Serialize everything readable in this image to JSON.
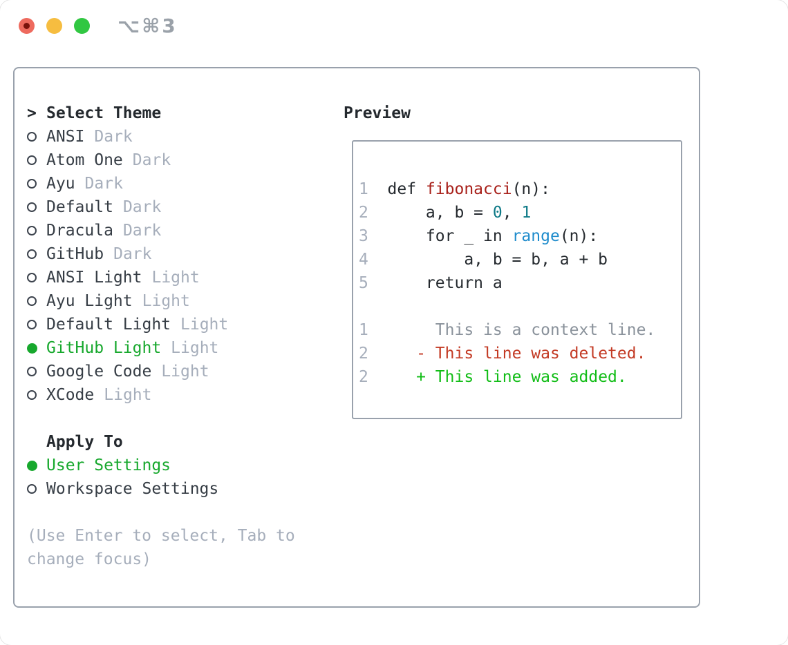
{
  "titlebar": {
    "shortcut": "⌥⌘3"
  },
  "theme_selector": {
    "prompt_char": ">",
    "header": "Select Theme",
    "items": [
      {
        "name": "ANSI",
        "variant": "Dark",
        "selected": false
      },
      {
        "name": "Atom One",
        "variant": "Dark",
        "selected": false
      },
      {
        "name": "Ayu",
        "variant": "Dark",
        "selected": false
      },
      {
        "name": "Default",
        "variant": "Dark",
        "selected": false
      },
      {
        "name": "Dracula",
        "variant": "Dark",
        "selected": false
      },
      {
        "name": "GitHub",
        "variant": "Dark",
        "selected": false
      },
      {
        "name": "ANSI Light",
        "variant": "Light",
        "selected": false
      },
      {
        "name": "Ayu Light",
        "variant": "Light",
        "selected": false
      },
      {
        "name": "Default Light",
        "variant": "Light",
        "selected": false
      },
      {
        "name": "GitHub Light",
        "variant": "Light",
        "selected": true
      },
      {
        "name": "Google Code",
        "variant": "Light",
        "selected": false
      },
      {
        "name": "XCode",
        "variant": "Light",
        "selected": false
      }
    ]
  },
  "apply_to": {
    "header": "Apply To",
    "items": [
      {
        "name": "User Settings",
        "selected": true
      },
      {
        "name": "Workspace Settings",
        "selected": false
      }
    ]
  },
  "hint": "(Use Enter to select, Tab to change focus)",
  "preview": {
    "header": "Preview",
    "lines": [
      {
        "kind": "code",
        "segments": [
          {
            "t": "1  ",
            "c": "linenum"
          },
          {
            "t": "def ",
            "c": "fg"
          },
          {
            "t": "fibonacci",
            "c": "func"
          },
          {
            "t": "(n):",
            "c": "fg"
          }
        ]
      },
      {
        "kind": "code",
        "segments": [
          {
            "t": "2  ",
            "c": "linenum"
          },
          {
            "t": "    a, b = ",
            "c": "fg"
          },
          {
            "t": "0",
            "c": "lit"
          },
          {
            "t": ", ",
            "c": "fg"
          },
          {
            "t": "1",
            "c": "lit"
          }
        ]
      },
      {
        "kind": "code",
        "segments": [
          {
            "t": "3  ",
            "c": "linenum"
          },
          {
            "t": "    for _ in ",
            "c": "fg"
          },
          {
            "t": "range",
            "c": "builtin"
          },
          {
            "t": "(n):",
            "c": "fg"
          }
        ]
      },
      {
        "kind": "code",
        "segments": [
          {
            "t": "4  ",
            "c": "linenum"
          },
          {
            "t": "        a, b = b, a + b",
            "c": "fg"
          }
        ]
      },
      {
        "kind": "code",
        "segments": [
          {
            "t": "5  ",
            "c": "linenum"
          },
          {
            "t": "    return a",
            "c": "fg"
          }
        ]
      },
      {
        "kind": "blank",
        "segments": []
      },
      {
        "kind": "diff-context",
        "segments": [
          {
            "t": "1",
            "c": "linenum"
          },
          {
            "t": "       This is a context line.",
            "c": "ctx"
          }
        ]
      },
      {
        "kind": "diff-deleted",
        "segments": [
          {
            "t": "2",
            "c": "linenum"
          },
          {
            "t": "     - This line was deleted.",
            "c": "del"
          }
        ]
      },
      {
        "kind": "diff-added",
        "segments": [
          {
            "t": "2",
            "c": "linenum"
          },
          {
            "t": "     + This line was added.",
            "c": "add"
          }
        ]
      }
    ]
  },
  "colors": {
    "text": "#24292e",
    "item": "#363d45",
    "muted": "#a6aebb",
    "ctx": "#8a929b",
    "green": "#17a82d",
    "add": "#12bd17",
    "del": "#c33a24",
    "func": "#a8201a",
    "lit": "#0e7a87",
    "builtin": "#1f8ccc",
    "border": "#99a1ac",
    "radio": "#3c434d",
    "title": "#9aa1a9",
    "traffic_red": "#ee6a5e",
    "traffic_red_dot": "#7a120b",
    "traffic_yellow": "#f6bd40",
    "traffic_green": "#31c742"
  }
}
